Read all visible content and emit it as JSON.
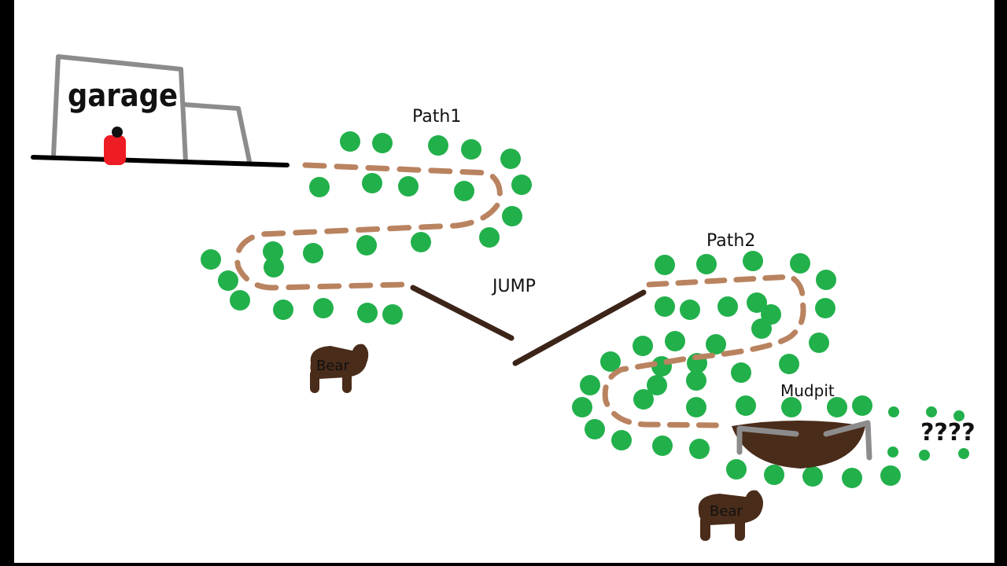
{
  "labels": {
    "garage": "garage",
    "path1": "Path1",
    "path2": "Path2",
    "jump": "JUMP",
    "mudpit": "Mudpit",
    "bear1": "Bear",
    "bear2": "Bear",
    "unknown": "????"
  },
  "colors": {
    "tree": "#22b04b",
    "path": "#b98360",
    "ramp": "#3d2418",
    "bear": "#4a2c1a",
    "mud": "#4a2c1a",
    "structure": "#8c8c8c",
    "car": "#ee1c24",
    "ground": "#000000"
  }
}
